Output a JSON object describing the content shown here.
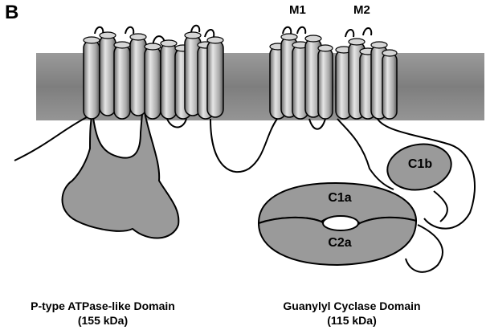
{
  "panel_letter": "B",
  "segments": {
    "m1": "M1",
    "m2": "M2"
  },
  "domains": {
    "c1a": "C1a",
    "c2a": "C2a",
    "c1b": "C1b"
  },
  "captions": {
    "left_title": "P-type ATPase-like Domain",
    "left_mass": "(155 kDa)",
    "right_title": "Guanylyl Cyclase Domain",
    "right_mass": "(115 kDa)"
  },
  "colors": {
    "membrane": "#8a8a8a",
    "domain_fill": "#9a9a9a",
    "outline": "#000000",
    "helix_light": "#e6e6e6",
    "helix_dark": "#6a6a6a"
  }
}
